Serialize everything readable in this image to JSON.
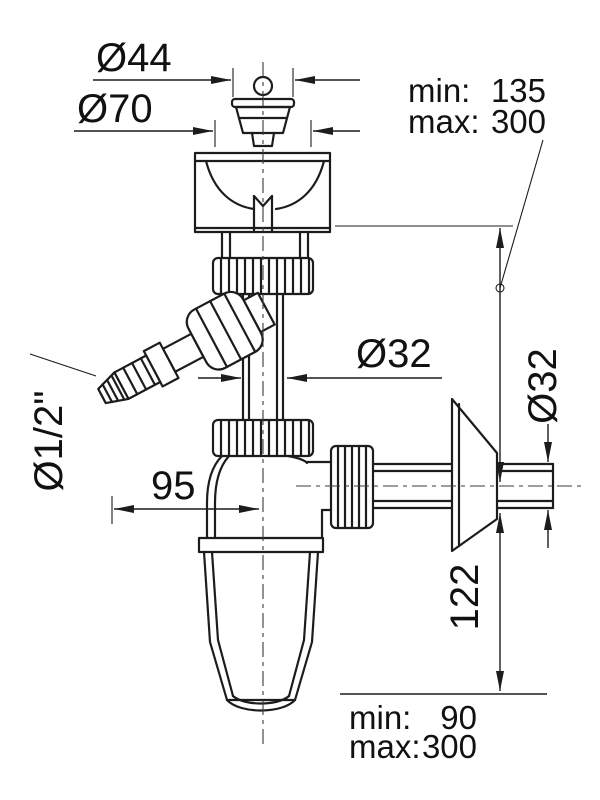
{
  "page": {
    "background": "#ffffff",
    "line_color": "#1c1c1c"
  },
  "drawing": {
    "dimensions": {
      "dia44": "Ø44",
      "dia70": "Ø70",
      "dia32_pipe": "Ø32",
      "dia32_outlet": "Ø32",
      "dia_hose": "Ø1/2\"",
      "offset_95": "95",
      "height_122": "122"
    },
    "height_range": {
      "min_label": "min:",
      "min_value": "135",
      "max_label": "max:",
      "max_value": "300"
    },
    "outlet_range": {
      "min_label": "min:",
      "min_value": "90",
      "max_label": "max:",
      "max_value": "300"
    }
  }
}
